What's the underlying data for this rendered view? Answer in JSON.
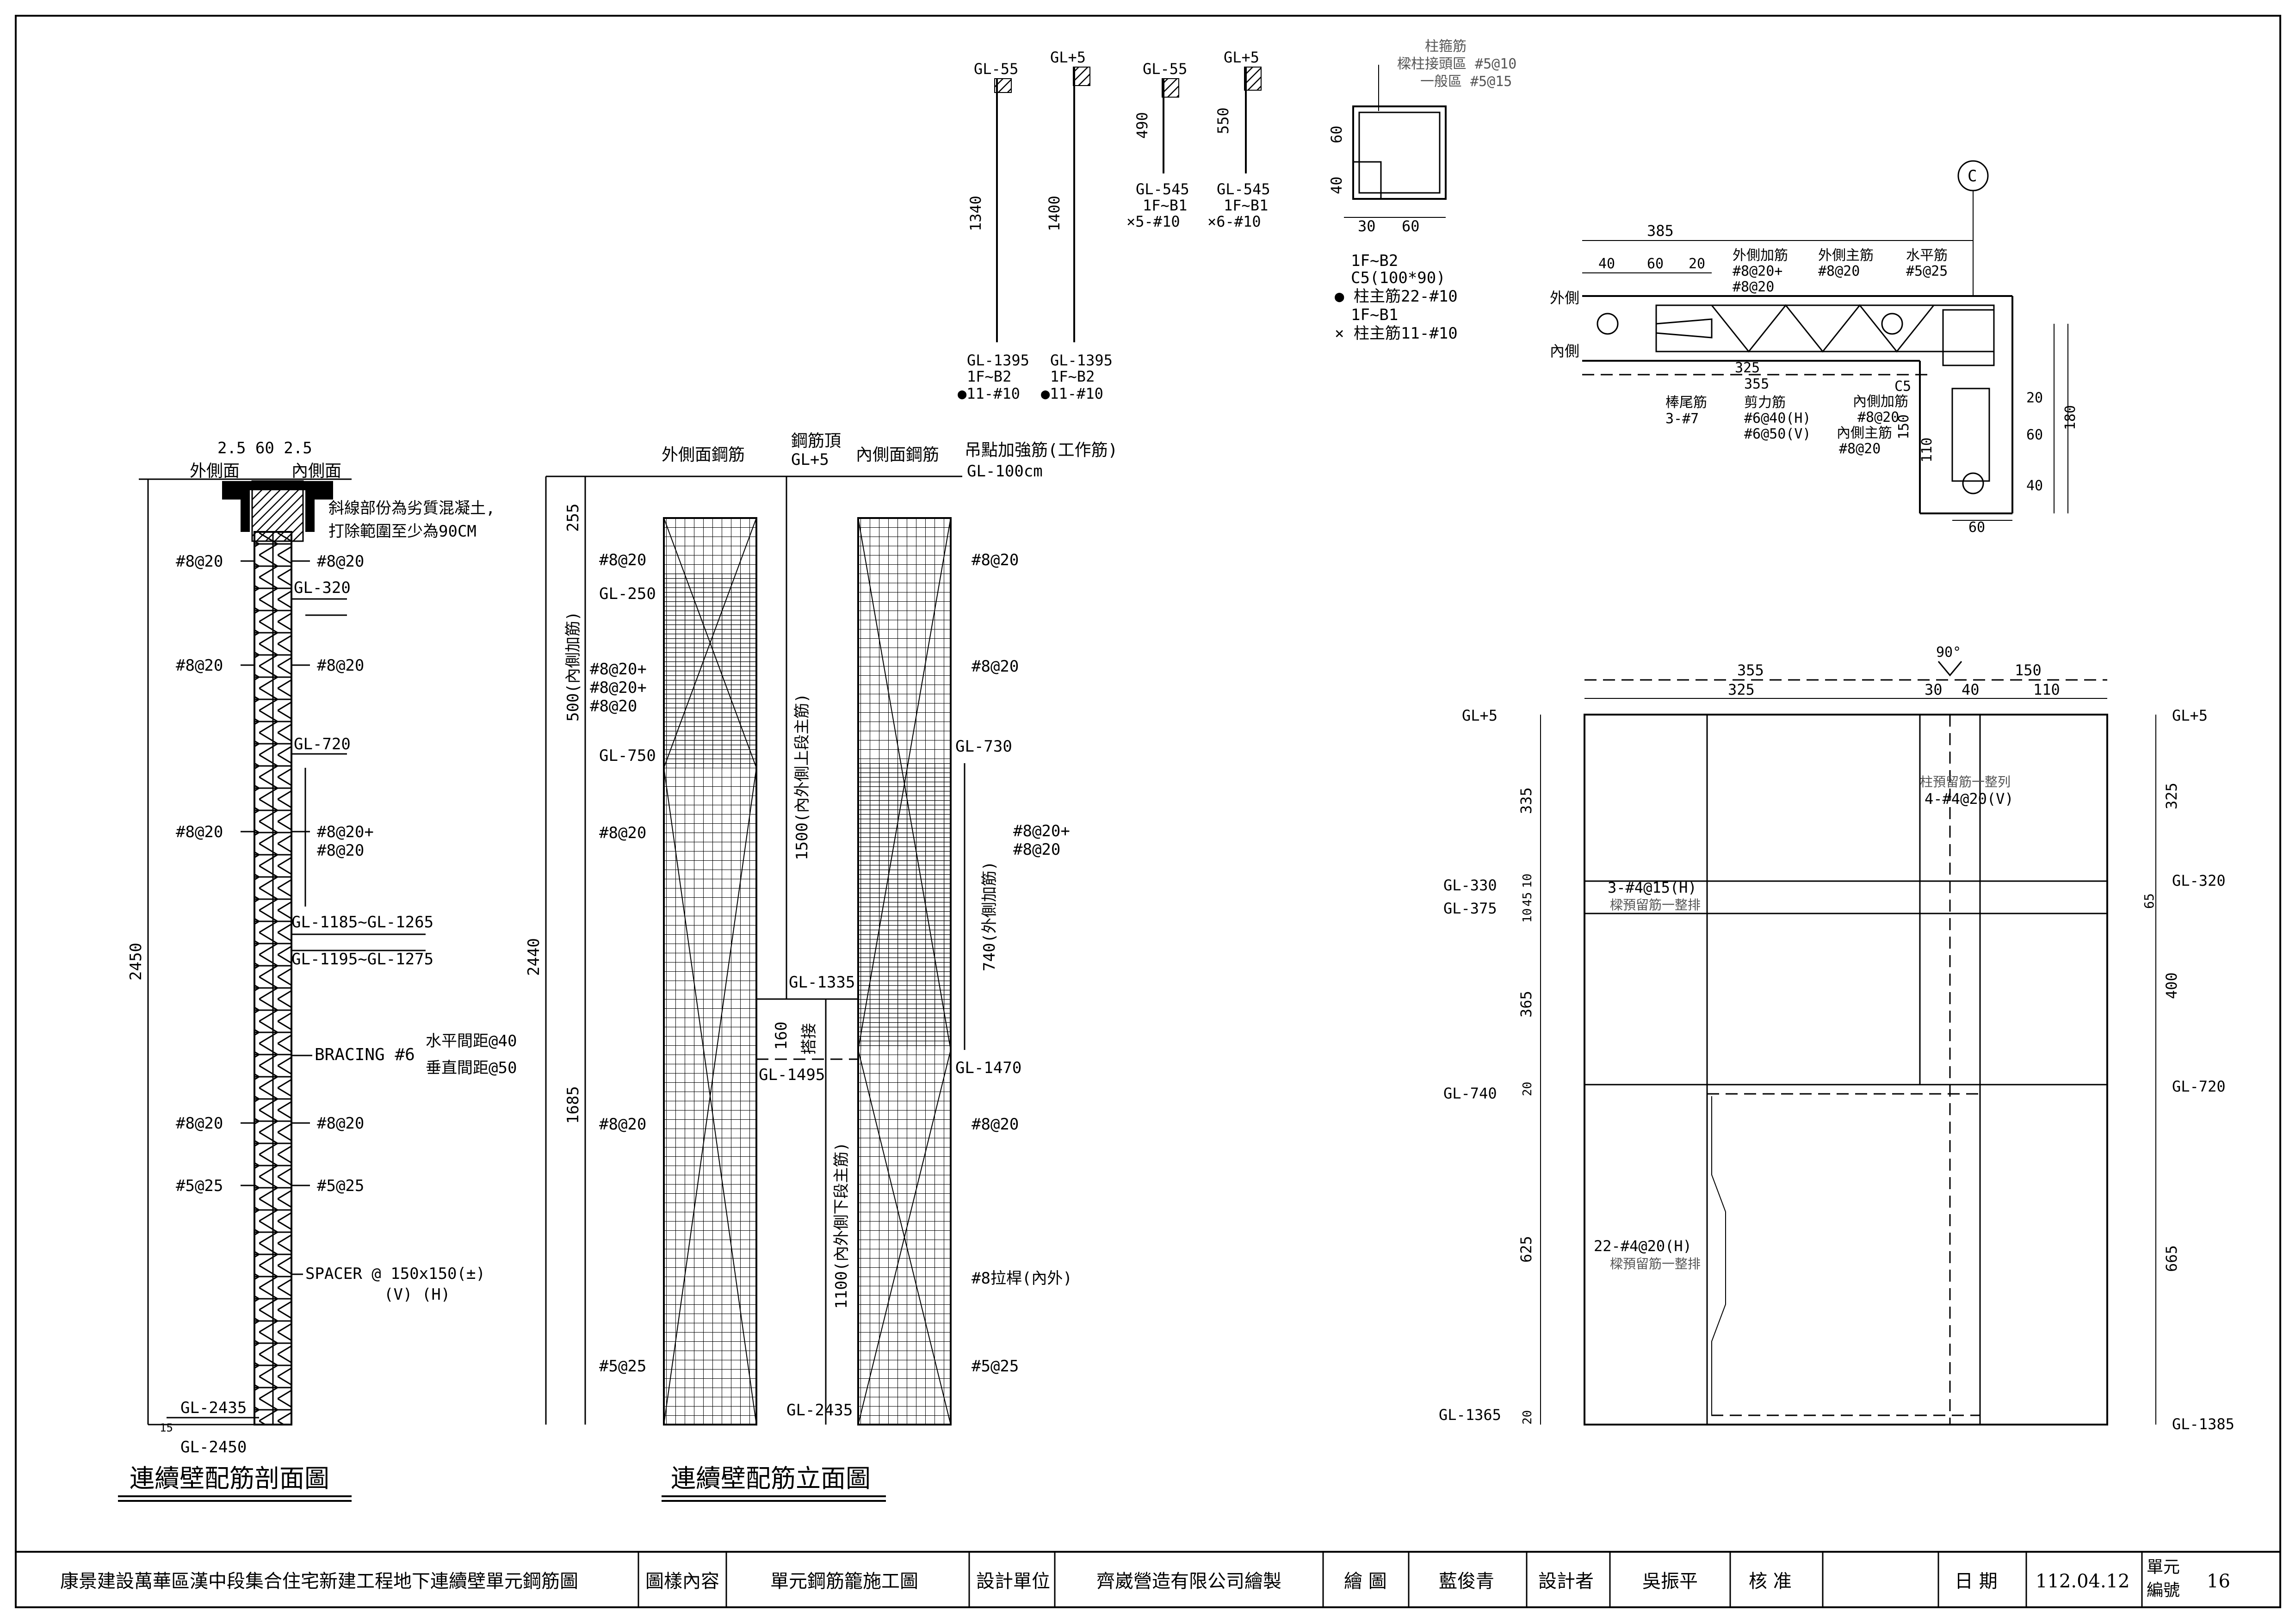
{
  "drawing": {
    "section_title": "連續壁配筋剖面圖",
    "elevation_title": "連續壁配筋立面圖"
  },
  "section": {
    "dim_top": "2.5 60 2.5",
    "outer_face": "外側面",
    "inner_face": "內側面",
    "note_line1": "斜線部份為劣質混凝土,",
    "note_line2": "打除範圍至少為90CM",
    "height": "2450",
    "left_labels": [
      "#8@20",
      "#8@20",
      "#8@20",
      "#8@20",
      "#5@25"
    ],
    "right_labels": [
      "#8@20",
      "#8@20",
      "#8@20+",
      "#8@20",
      "#8@20",
      "#5@25"
    ],
    "gl_320": "GL-320",
    "gl_720": "GL-720",
    "gl_1185": "GL-1185~GL-1265",
    "gl_1195": "GL-1195~GL-1275",
    "bracing": "BRACING #6",
    "bracing_h": "水平間距@40",
    "bracing_v": "垂直間距@50",
    "spacer": "SPACER @ 150x150(±)",
    "spacer_vh": "(V) (H)",
    "gl_2435": "GL-2435",
    "gl_2450": "GL-2450",
    "bottom_dim": "15"
  },
  "elevation": {
    "outer_label": "外側面鋼筋",
    "top_label": "鋼筋頂",
    "gl_plus5": "GL+5",
    "inner_label": "內側面鋼筋",
    "lift_label": "吊點加強筋(工作筋)",
    "gl_100": "GL-100cm",
    "dim_255": "255",
    "dim_500": "500(內側加筋)",
    "dim_2440": "2440",
    "dim_1685": "1685",
    "dim_1500": "1500(內外側上段主筋)",
    "dim_740": "740(外側加筋)",
    "dim_1100": "1100(內外側下段主筋)",
    "dim_160": "160",
    "splice": "搭接",
    "gl_250": "GL-250",
    "gl_750": "GL-750",
    "gl_730": "GL-730",
    "gl_1335": "GL-1335",
    "gl_1495": "GL-1495",
    "gl_1470": "GL-1470",
    "gl_2435": "GL-2435",
    "left_a": "#8@20",
    "left_b1": "#8@20+",
    "left_b2": "#8@20+",
    "left_b3": "#8@20",
    "left_c": "#8@20",
    "left_d": "#8@20",
    "left_e": "#5@25",
    "right_a": "#8@20",
    "right_b": "#8@20",
    "right_c1": "#8@20+",
    "right_c2": "#8@20",
    "right_d": "#8@20",
    "tie": "#8拉桿(內外)",
    "right_e": "#5@25"
  },
  "bars": [
    {
      "top": "GL-55",
      "dim": "1340",
      "bot1": "GL-1395",
      "bot2": "1F~B2",
      "bot3": "●11-#10"
    },
    {
      "top": "GL+5",
      "dim": "1400",
      "bot1": "GL-1395",
      "bot2": "1F~B2",
      "bot3": "●11-#10"
    },
    {
      "top": "GL-55",
      "dim": "490",
      "bot1": "GL-545",
      "bot2": "1F~B1",
      "bot3": "×5-#10"
    },
    {
      "top": "GL+5",
      "dim": "550",
      "bot1": "GL-545",
      "bot2": "1F~B1",
      "bot3": "×6-#10"
    }
  ],
  "column": {
    "stirrup": "柱箍筋",
    "stirrup_a": "樑柱接頭區 #5@10",
    "stirrup_b": "一般區 #5@15",
    "dim_60v": "60",
    "dim_40v": "40",
    "dim_30": "30",
    "dim_60h": "60",
    "n1": "1F~B2",
    "n2": "C5(100*90)",
    "n3": "● 柱主筋22-#10",
    "n4": "1F~B1",
    "n5": "× 柱主筋11-#10"
  },
  "plan": {
    "grid": "C",
    "dim_385": "385",
    "d40": "40",
    "d60": "60",
    "d20": "20",
    "outer_add": "外側加筋",
    "outer_add_v1": "#8@20+",
    "outer_add_v2": "#8@20",
    "outer_main": "外側主筋",
    "outer_main_v": "#8@20",
    "horiz": "水平筋",
    "horiz_v": "#5@25",
    "outer": "外側",
    "inner": "內側",
    "c5": "C5",
    "d325": "325",
    "d355": "355",
    "tail": "棒尾筋",
    "tail_v": "3-#7",
    "shear": "剪力筋",
    "shear_h": "#6@40(H)",
    "shear_v": "#6@50(V)",
    "inner_add": "內側加筋",
    "inner_add_v": "#8@20",
    "inner_main": "內側主筋",
    "inner_main_v": "#8@20",
    "d150": "150",
    "d110": "110",
    "d20b": "20",
    "d60b": "60",
    "d40b": "40",
    "d180": "180",
    "d60c": "60"
  },
  "panel": {
    "angle": "90°",
    "d355": "355",
    "d150": "150",
    "d325": "325",
    "d30": "30",
    "d40": "40",
    "d110": "110",
    "gl_p5_l": "GL+5",
    "gl_p5_r": "GL+5",
    "gl_330": "GL-330",
    "gl_375": "GL-375",
    "gl_320": "GL-320",
    "gl_740": "GL-740",
    "gl_720": "GL-720",
    "gl_1365": "GL-1365",
    "gl_1385": "GL-1385",
    "l335": "335",
    "l10": "10",
    "l45": "45",
    "l10b": "10",
    "l365": "365",
    "l20": "20",
    "l625": "625",
    "l20b": "20",
    "r325": "325",
    "r65": "65",
    "r400": "400",
    "r665": "665",
    "col_dowel": "柱預留筋一整列",
    "col_dowel_v": "4-#4@20(V)",
    "beam1": "3-#4@15(H)",
    "beam1_note": "樑預留筋一整排",
    "beam2": "22-#4@20(H)",
    "beam2_note": "樑預留筋一整排"
  },
  "title_block": {
    "project": "康景建設萬華區漢中段集合住宅新建工程地下連續壁單元鋼筋圖",
    "content_label": "圖樣內容",
    "content": "單元鋼筋籠施工圖",
    "design_unit_label": "設計單位",
    "design_unit": "齊崴營造有限公司繪製",
    "drawn_label": "繪 圖",
    "drawn": "藍俊青",
    "designer_label": "設計者",
    "designer": "吳振平",
    "approve_label": "核 准",
    "approve": "",
    "date_label": "日 期",
    "date": "112.04.12",
    "unit_no_label1": "單元",
    "unit_no_label2": "編號",
    "unit_no": "16"
  }
}
